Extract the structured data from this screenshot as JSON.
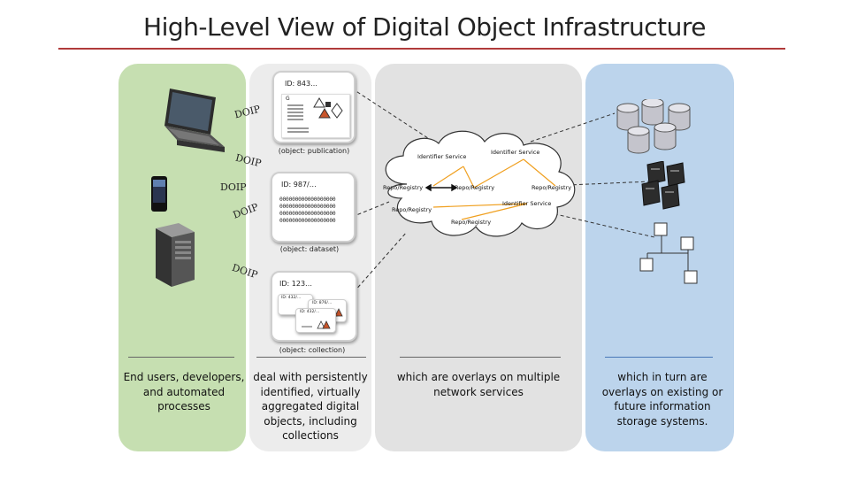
{
  "title": "High-Level View of Digital Object Infrastructure",
  "protocol_label": "DOIP",
  "objects": {
    "publication": {
      "id": "ID: 843…",
      "type": "(object: publication)",
      "letter": "G"
    },
    "dataset": {
      "id": "ID: 987/…",
      "type": "(object: dataset)",
      "bits": [
        "000000000000000000",
        "000000000000000000",
        "000000000000000000",
        "000000000000000000"
      ]
    },
    "collection": {
      "id": "ID: 123…",
      "type": "(object: collection)",
      "member_ids": [
        "ID: 432/…",
        "ID: 876/…",
        "ID: 432/…"
      ]
    }
  },
  "services": {
    "identifier_service": "Identifier Service",
    "repo_registry": "Repo/Registry"
  },
  "captions": {
    "users": "End users, developers, and automated processes",
    "objects": "deal with persistently identified, virtually aggregated digital objects, including collections",
    "services": "which are overlays on multiple network services",
    "storage": "which in turn are overlays on existing or future information storage systems."
  },
  "colors": {
    "users_panel": "#c6dfb1",
    "objects_panel": "#ececec",
    "services_panel": "#e2e2e2",
    "storage_panel": "#bcd4ec",
    "title_rule": "#b03a3a",
    "arrow": "#f0a020"
  },
  "icons": [
    "laptop-icon",
    "smartphone-icon",
    "server-tower-icon",
    "database-icon",
    "server-rack-icon",
    "tree-diagram-icon",
    "cloud-icon"
  ]
}
